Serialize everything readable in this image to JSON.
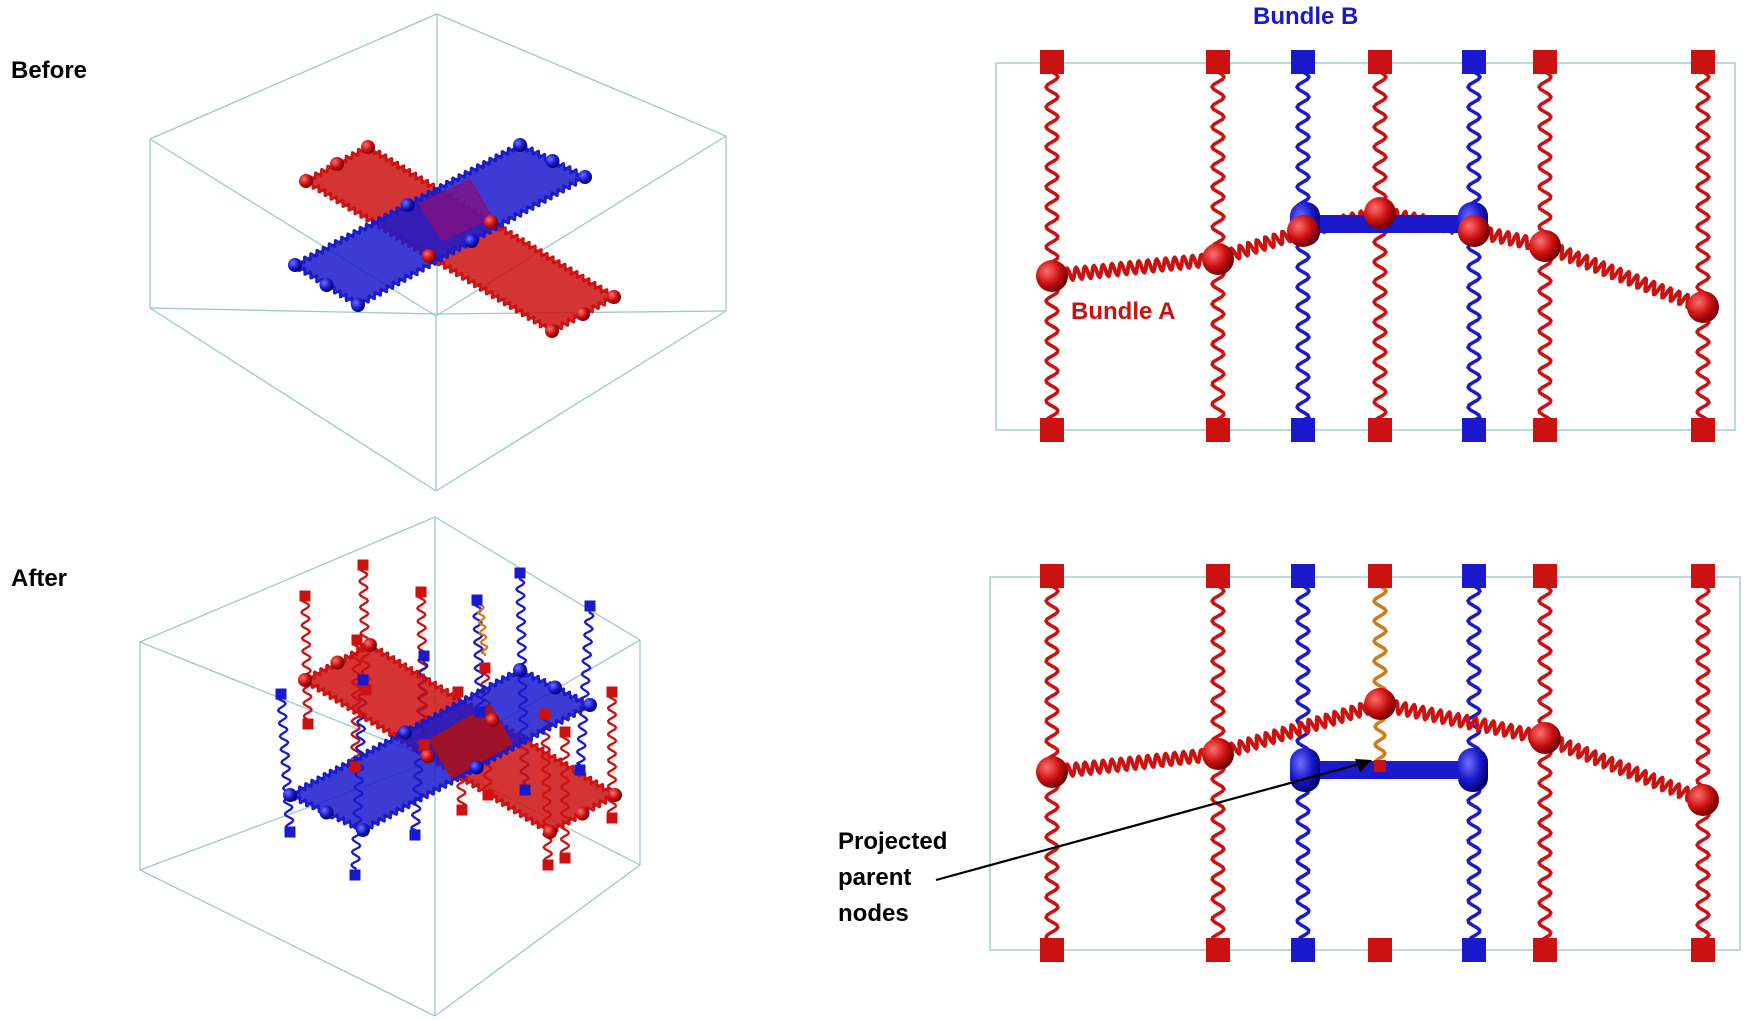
{
  "labels": {
    "before": "Before",
    "after": "After",
    "bundle_a": "Bundle A",
    "bundle_b": "Bundle B",
    "projected_line1": "Projected",
    "projected_line2": "parent",
    "projected_line3": "nodes"
  },
  "colors": {
    "bundle_a": "#cc1111",
    "bundle_b": "#1a1acc",
    "projected_spring": "#d07a1a",
    "box": "#9cc9c9",
    "text": "#000000"
  }
}
